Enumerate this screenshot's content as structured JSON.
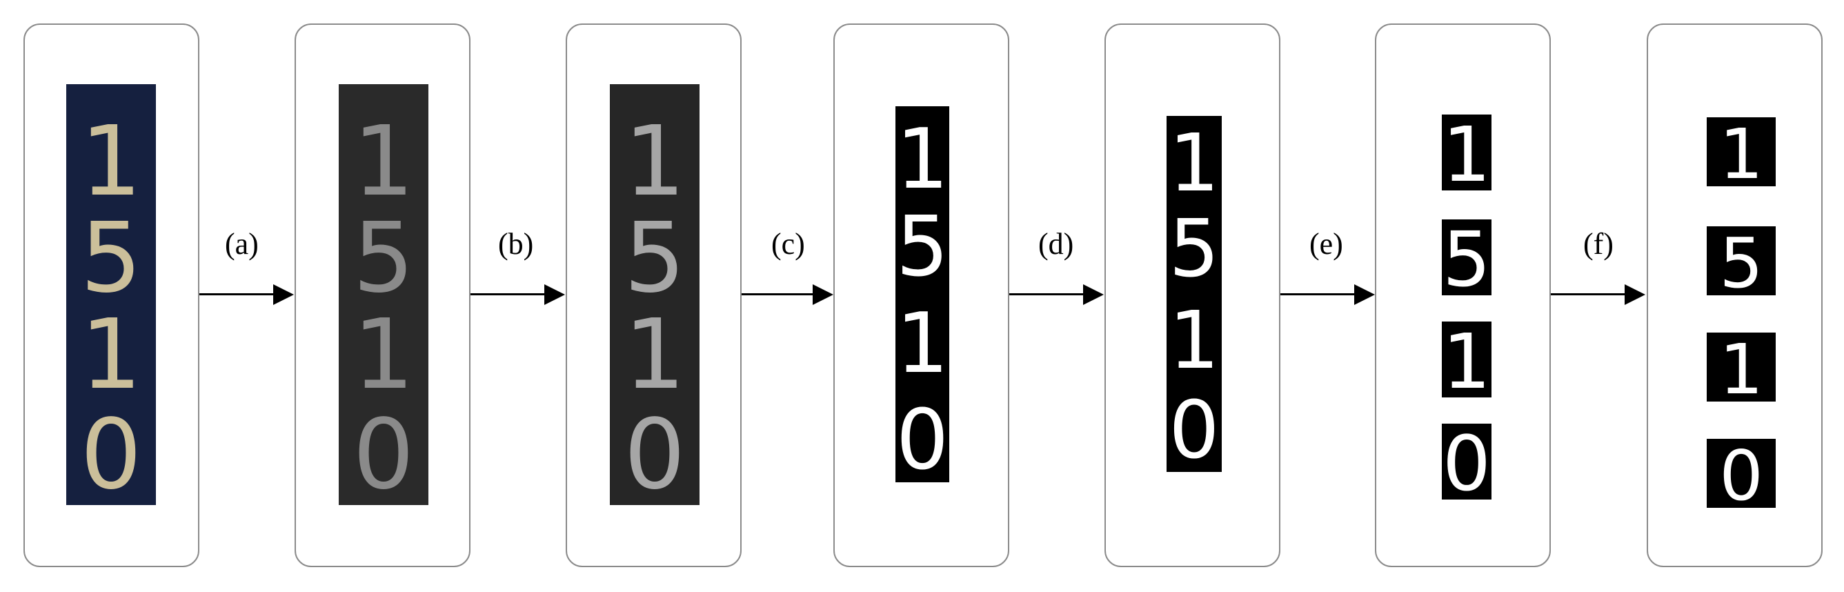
{
  "steps": [
    {
      "label": "(a)"
    },
    {
      "label": "(b)"
    },
    {
      "label": "(c)"
    },
    {
      "label": "(d)"
    },
    {
      "label": "(e)"
    },
    {
      "label": "(f)"
    }
  ],
  "plate_digits": [
    "1",
    "5",
    "1",
    "0"
  ],
  "colors": {
    "original_bg": "#15203f",
    "original_digit": "#cbbf9a",
    "gray_bg": "#2a2a2a",
    "gray_digit": "#8a8a8a",
    "enhanced_bg": "#262626",
    "enhanced_digit": "#a6a6a6",
    "binary_bg": "#000000",
    "binary_digit": "#ffffff"
  }
}
